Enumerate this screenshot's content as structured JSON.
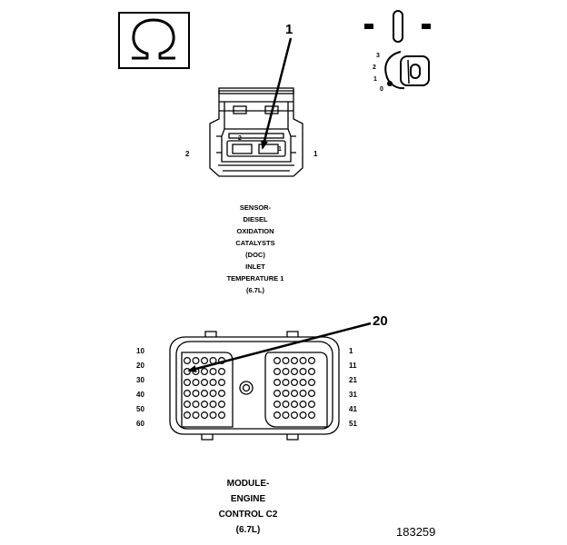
{
  "callouts": {
    "sensor_pin": "1",
    "ecm_pin": "20"
  },
  "ignition": {
    "positions": [
      "3",
      "2",
      "1",
      "0"
    ]
  },
  "sensor_connector": {
    "pin_left": "2",
    "pin_right": "1",
    "inner_left": "2",
    "inner_right": "1",
    "title_lines": [
      "SENSOR-",
      "DIESEL",
      "OXIDATION",
      "CATALYSTS",
      "(DOC)",
      "INLET",
      "TEMPERATURE 1",
      "(6.7L)"
    ]
  },
  "ecm_connector": {
    "left_rows": [
      "10",
      "20",
      "30",
      "40",
      "50",
      "60"
    ],
    "right_rows": [
      "1",
      "11",
      "21",
      "31",
      "41",
      "51"
    ],
    "title_lines": [
      "MODULE-",
      "ENGINE",
      "CONTROL C2",
      "(6.7L)"
    ]
  },
  "figure_number": "183259"
}
